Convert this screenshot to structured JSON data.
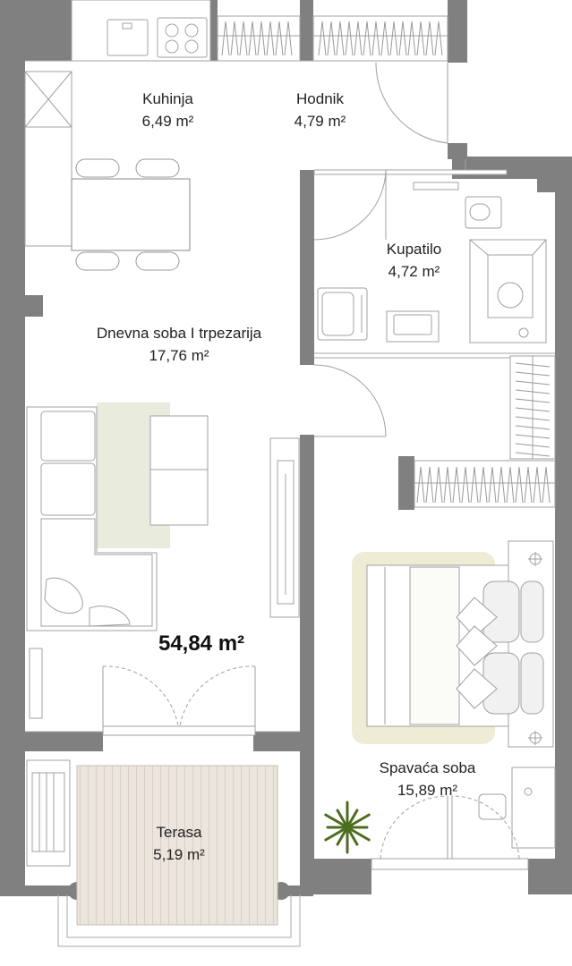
{
  "rooms": {
    "kitchen": {
      "name": "Kuhinja",
      "area": "6,49 m²"
    },
    "hallway": {
      "name": "Hodnik",
      "area": "4,79 m²"
    },
    "bathroom": {
      "name": "Kupatilo",
      "area": "4,72 m²"
    },
    "living": {
      "name": "Dnevna soba I trpezarija",
      "area": "17,76 m²"
    },
    "bedroom": {
      "name": "Spavaća soba",
      "area": "15,89 m²"
    },
    "terrace": {
      "name": "Terasa",
      "area": "5,19 m²"
    }
  },
  "total_area": "54,84 m²",
  "colors": {
    "wall": "#808080",
    "line": "#9a9a9a",
    "rug": "#e9ebdc",
    "bed_frame": "#eeecd4",
    "terrace_floor": "#ece5dd",
    "plant": "#4c6e1e"
  }
}
